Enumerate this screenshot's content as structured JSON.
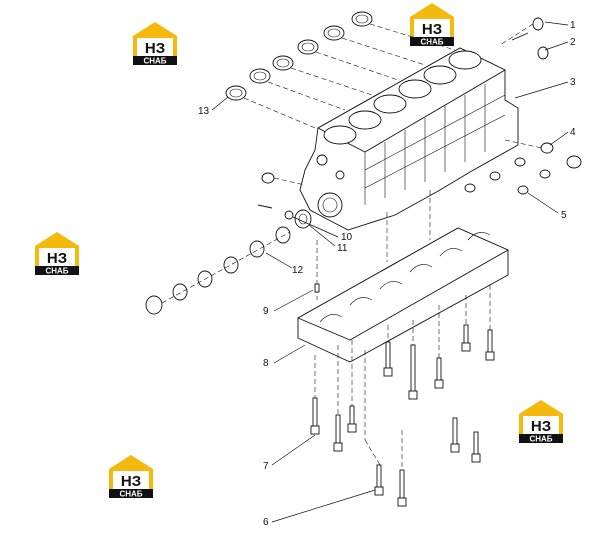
{
  "diagram": {
    "callouts": [
      "1",
      "2",
      "3",
      "4",
      "5",
      "6",
      "7",
      "8",
      "9",
      "10",
      "11",
      "12",
      "13"
    ]
  },
  "watermark": {
    "mark": "НЗ",
    "sub": "СНАБ",
    "color_brand": "#f5b80d",
    "color_text": "#111111"
  }
}
